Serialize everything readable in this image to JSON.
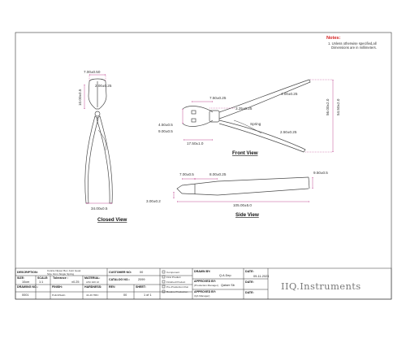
{
  "notes": {
    "title": "Notes:",
    "lines": [
      "1. Unless otherwise specified,all",
      "Dimensions are in millimeters."
    ]
  },
  "views": {
    "closed": "Closed View",
    "front": "Front View",
    "side": "Side View"
  },
  "closed_dims": {
    "top_width": "7.00±0.50",
    "head_width": "2.00±0.25",
    "jaw_length": "10.00±0.5",
    "bottom_width": "34.00±0.5"
  },
  "front_dims": {
    "jaw_gap": "7.50±0.25",
    "jaw_height": "4.50±0.5",
    "joint_height": "9.00±0.5",
    "head_length": "17.50±1.0",
    "pivot": "3.25±0.25",
    "spring_label": "Spring",
    "handle_tip": "4.00±0.25",
    "handle_end": "2.50±0.25",
    "height_1": "56.00±2.0",
    "height_2": "54.50±2.0"
  },
  "side_dims": {
    "tip_width": "7.00±0.5",
    "head_width": "8.00±0.25",
    "end_thickness": "9.50±0.5",
    "tip_height": "3.00±0.2",
    "total_length": "105.00±5.0"
  },
  "title_block": {
    "description_label": "DESCRIPTION:",
    "description_value_1": "Cuticle Nipper Box Joint Geak",
    "description_value_2": "Size 3mm Single Spring",
    "customer_no_label": "CUSTOMER NO:",
    "customer_no_value": "00",
    "size_label": "SIZE:",
    "size_value": "10cm",
    "scale_label": "SCALE:",
    "scale_value": "1:1",
    "tolerance_label": "Tolerance :",
    "tolerance_value": "±0.25",
    "material_label": "MATERIAL:",
    "material_value": "AISI 420 J2",
    "catalog_label": "CATALOG NO.:",
    "catalog_value": "2099",
    "drawing_no_label": "DRAWING NO.:",
    "drawing_no_value": "0001",
    "finish_label": "FINISH:",
    "finish_value": "Polish/Satin",
    "hardness_label": "HARDNESS:",
    "hardness_value": "44-46 HRC",
    "rev_label": "REV:",
    "rev_value": "00",
    "sheet_label": "SHEET:",
    "sheet_value": "1 of 1",
    "checks": [
      "Component",
      "First Product",
      "Finished Product",
      "Pre-Production Run",
      "Routine Production"
    ],
    "drawn_by_label": "DRAWN BY:",
    "drawn_by_value": "Q.A.Dep",
    "approved_by_label": "APPROVED BY:",
    "approved_by_sub": "(Production Manager)",
    "approved_by_value": "Qaiser Sb",
    "approved_by2_label": "APPROVED BY:",
    "approved_by2_sub": "(QA Manager)",
    "date_label": "DATE:",
    "date_value": "09-11-2023",
    "date2_label": "DATE:",
    "date3_label": "DATE:"
  },
  "brand": "IIQ.Instruments",
  "colors": {
    "dimension": "#b0207a",
    "outline": "#4a4a4a",
    "notes_red": "#d42020"
  }
}
